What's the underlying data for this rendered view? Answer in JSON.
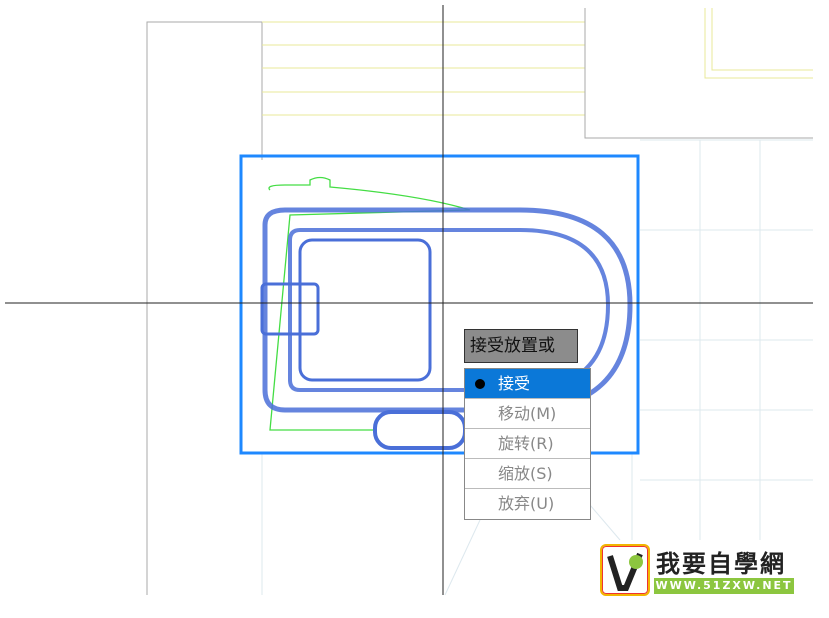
{
  "prompt": "接受放置或",
  "menu": [
    {
      "label": "接受",
      "selected": true
    },
    {
      "label": "移动(M)",
      "selected": false
    },
    {
      "label": "旋转(R)",
      "selected": false
    },
    {
      "label": "缩放(S)",
      "selected": false
    },
    {
      "label": "放弃(U)",
      "selected": false
    }
  ],
  "watermark": {
    "name": "我要自學網",
    "url": "WWW.51ZXW.NET"
  },
  "colors": {
    "selection": "#1e88ff",
    "bathtub": "#4a6fd8",
    "outline": "#33dd33",
    "menu_selected": "#0b78d8"
  }
}
